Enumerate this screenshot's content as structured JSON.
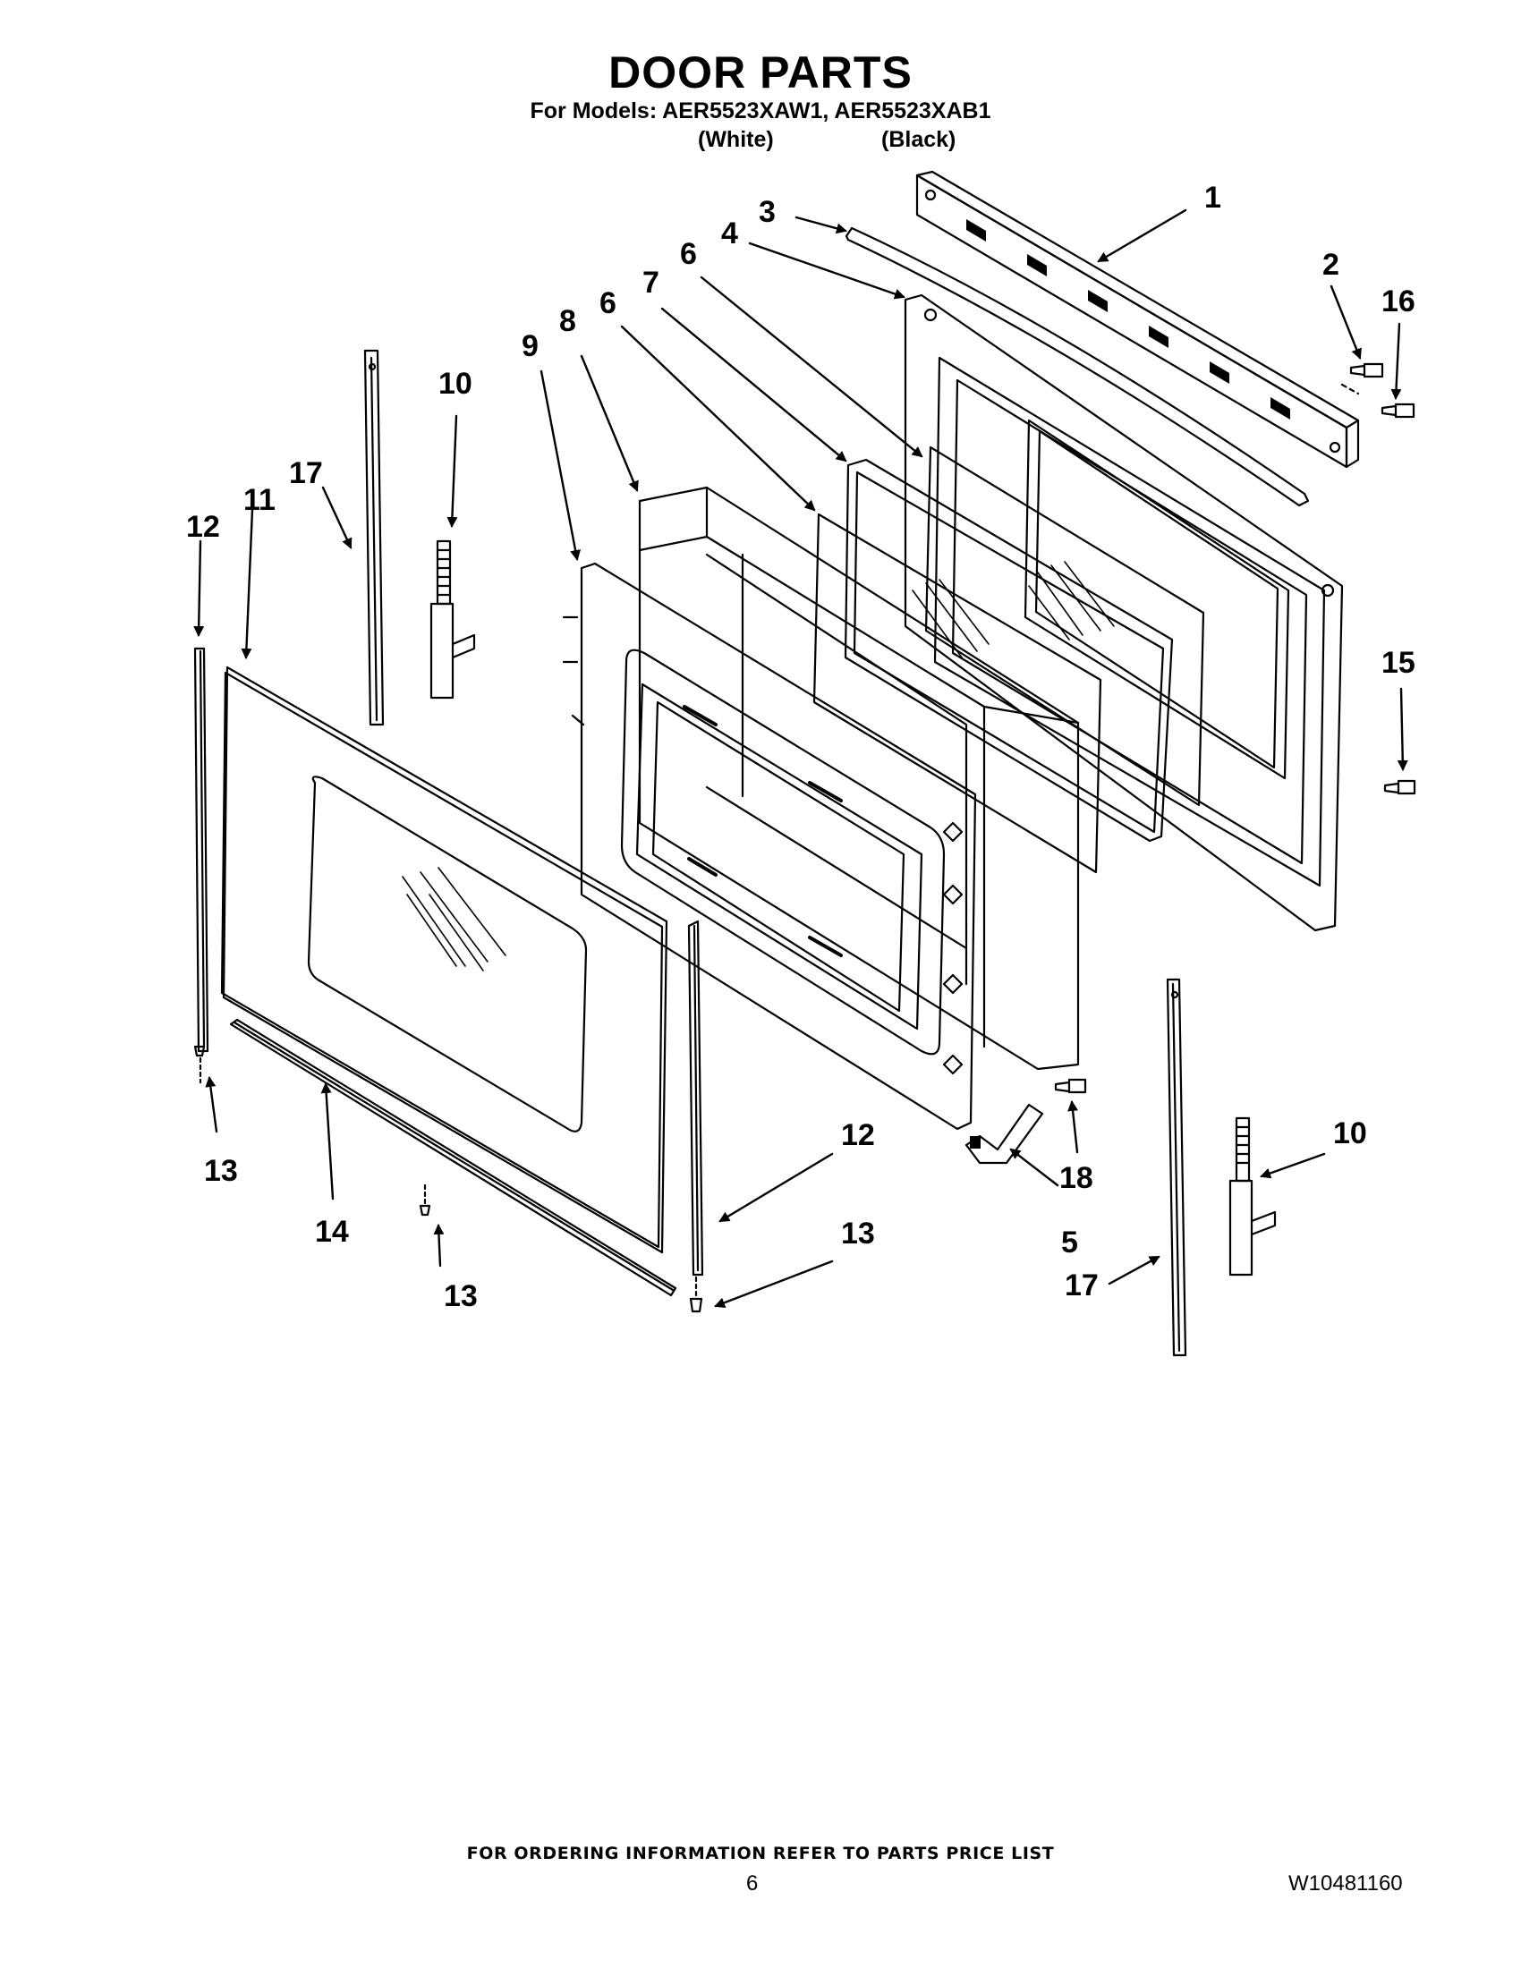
{
  "header": {
    "title": "DOOR PARTS",
    "models_line": "For Models: AER5523XAW1, AER5523XAB1",
    "variant_white": "(White)",
    "variant_black": "(Black)"
  },
  "callouts": [
    "1",
    "2",
    "3",
    "4",
    "5",
    "6",
    "6",
    "7",
    "8",
    "9",
    "10",
    "10",
    "11",
    "12",
    "12",
    "13",
    "13",
    "13",
    "14",
    "15",
    "16",
    "17",
    "17",
    "18"
  ],
  "footer": {
    "ordering_note": "FOR ORDERING INFORMATION REFER TO PARTS PRICE LIST",
    "page_number": "6",
    "document_number": "W10481160"
  },
  "colors": {
    "line": "#000000",
    "background": "#ffffff"
  }
}
